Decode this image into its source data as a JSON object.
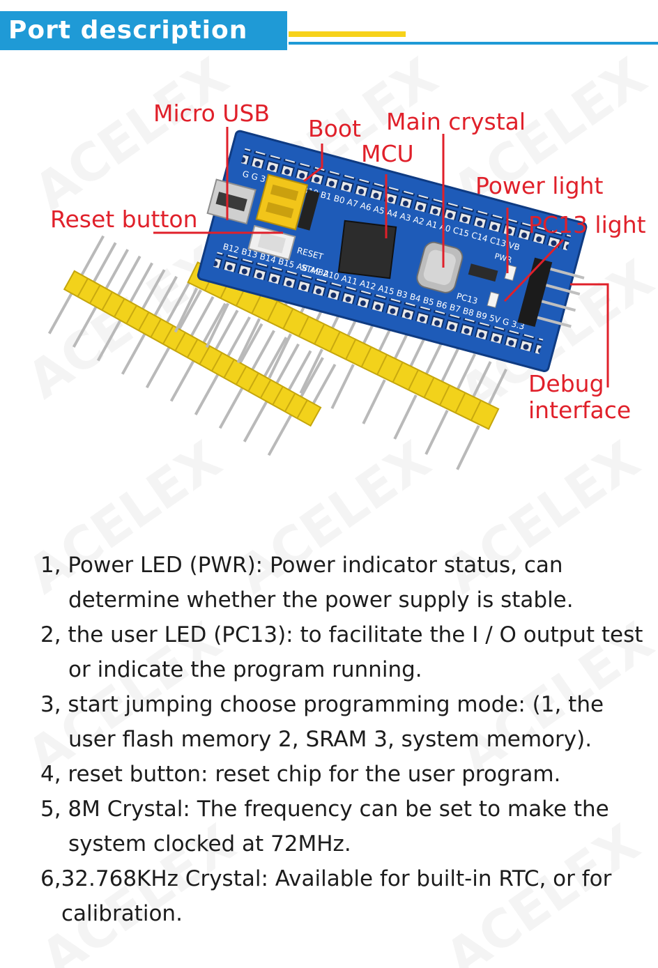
{
  "header": {
    "title": "Port description"
  },
  "callouts": {
    "micro_usb": "Micro USB",
    "boot": "Boot",
    "main_crystal": "Main crystal",
    "mcu": "MCU",
    "power_light": "Power light",
    "reset_button": "Reset button",
    "pc13_light": "PC13 light",
    "debug_interface": "Debug interface"
  },
  "board": {
    "silkscreen_reset": "RESET",
    "silkscreen_stm32": "STM32",
    "silkscreen_pc13": "PC13",
    "silkscreen_pwr": "PWR",
    "top_pins": "G G 3.3 R B11 B10 B1 B0 A7 A6 A5 A4 A3 A2 A1 A0 C15 C14 C13 VB",
    "bottom_pins": "B12 B13 B14 B15 A8 A9 A10 A11 A12 A15 B3 B4 B5 B6 B7 B8 B9 5V G 3.3"
  },
  "watermark": "ACELEX",
  "descriptions": [
    "1, Power LED (PWR): Power indicator status, can determine whether the power supply is stable.",
    "2, the user LED (PC13): to facilitate the I / O output test or indicate the program running.",
    "3, start jumping choose programming mode: (1, the user flash memory 2, SRAM 3, system memory).",
    "4, reset button: reset chip for the user program.",
    "5, 8M Crystal: The frequency can be set to make the system clocked at 72MHz.",
    "6,32.768KHz Crystal: Available for built-in RTC, or for calibration."
  ],
  "colors": {
    "header_blue": "#1f9ad6",
    "header_yellow": "#f7d21a",
    "callout_red": "#e0202a",
    "pcb_blue": "#1e5bb8",
    "pin_yellow": "#f2d21b"
  }
}
